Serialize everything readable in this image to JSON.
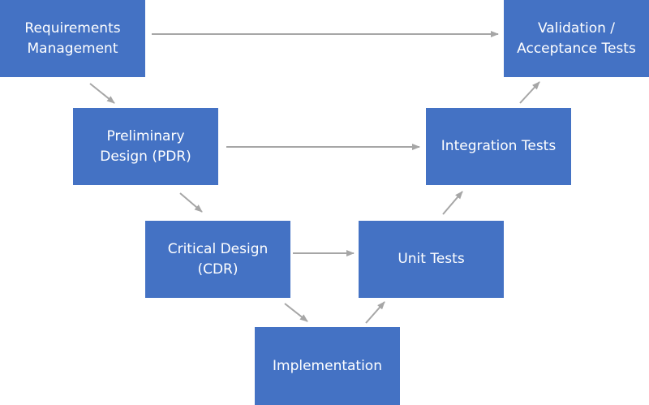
{
  "diagram": {
    "nodes": {
      "requirements": {
        "line1": "Requirements",
        "line2": "Management"
      },
      "preliminary": {
        "line1": "Preliminary",
        "line2": "Design (PDR)"
      },
      "critical": {
        "line1": "Critical Design",
        "line2": "(CDR)"
      },
      "implementation": {
        "line1": "Implementation"
      },
      "unit": {
        "line1": "Unit Tests"
      },
      "integration": {
        "line1": "Integration Tests"
      },
      "validation": {
        "line1": "Validation /",
        "line2": "Acceptance Tests"
      }
    },
    "edges": [
      {
        "from": "requirements",
        "to": "preliminary"
      },
      {
        "from": "preliminary",
        "to": "critical"
      },
      {
        "from": "critical",
        "to": "implementation"
      },
      {
        "from": "implementation",
        "to": "unit"
      },
      {
        "from": "unit",
        "to": "integration"
      },
      {
        "from": "integration",
        "to": "validation"
      },
      {
        "from": "requirements",
        "to": "validation"
      },
      {
        "from": "preliminary",
        "to": "integration"
      },
      {
        "from": "critical",
        "to": "unit"
      }
    ],
    "colors": {
      "box": "#4472C4",
      "text": "#FFFFFF",
      "arrow": "#A6A6A6"
    }
  }
}
